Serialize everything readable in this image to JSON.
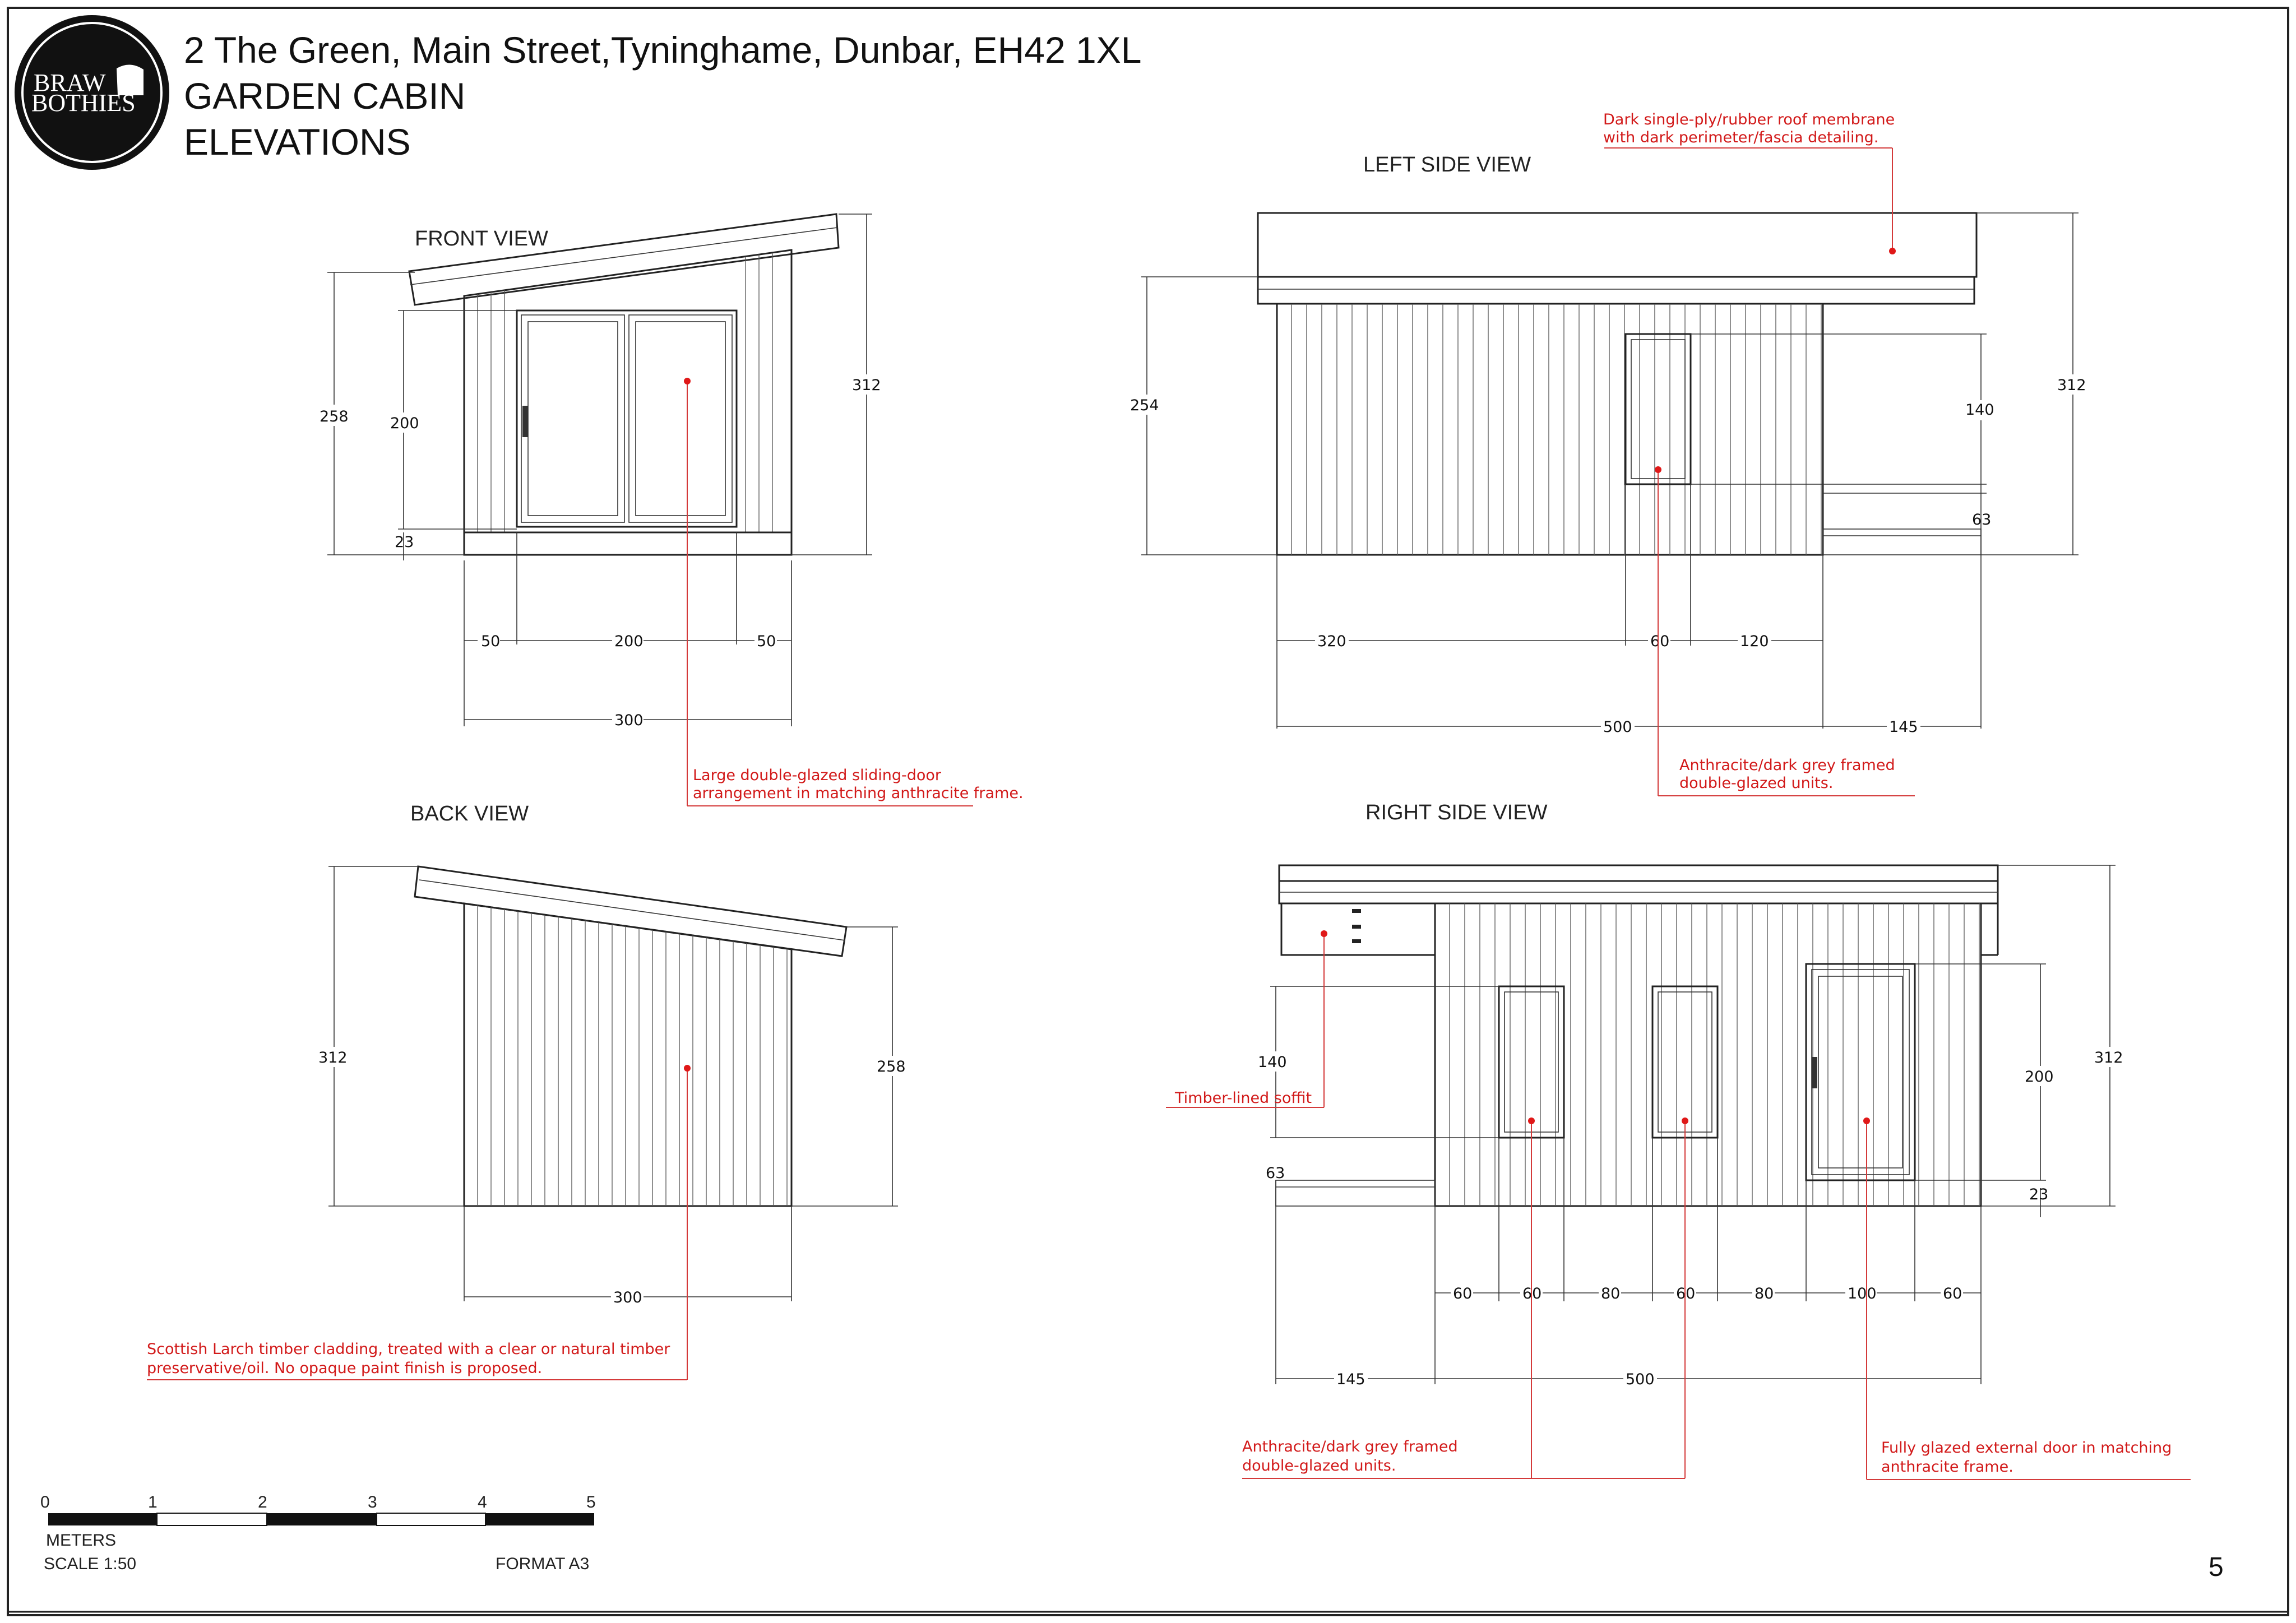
{
  "logo": {
    "line1": "BRAW",
    "line2": "BOTHIES"
  },
  "header": {
    "address": "2 The Green, Main Street,Tyninghame, Dunbar, EH42 1XL",
    "project": "GARDEN CABIN",
    "sheet_title": "ELEVATIONS"
  },
  "views": {
    "front": "FRONT VIEW",
    "left": "LEFT SIDE VIEW",
    "back": "BACK VIEW",
    "right": "RIGHT SIDE VIEW"
  },
  "dims": {
    "front": {
      "overall_h": "258",
      "door_h": "200",
      "base_h": "23",
      "roof_h": "312",
      "side_l": "50",
      "door_w": "200",
      "side_r": "50",
      "width": "300"
    },
    "left": {
      "wall_h": "254",
      "window_h": "140",
      "deck_h": "63",
      "roof_h": "312",
      "seg1": "320",
      "win_w": "60",
      "seg2": "120",
      "length": "500",
      "deck_w": "145"
    },
    "back": {
      "tall_h": "312",
      "short_h": "258",
      "width": "300"
    },
    "right": {
      "sill_h": "140",
      "deck_h": "63",
      "door_h": "200",
      "base_h": "23",
      "roof_h": "312",
      "s1": "60",
      "w1": "60",
      "s2": "80",
      "w2": "60",
      "s3": "80",
      "door_w": "100",
      "s4": "60",
      "deck_w": "145",
      "length": "500"
    }
  },
  "notes": {
    "roof": [
      "Dark single-ply/rubber roof membrane",
      "with dark perimeter/fascia detailing."
    ],
    "sliding_door": [
      "Large double-glazed sliding-door",
      "arrangement in matching anthracite frame."
    ],
    "left_windows": [
      "Anthracite/dark grey framed",
      "double-glazed units."
    ],
    "cladding": [
      "Scottish Larch timber cladding, treated with a clear or natural timber",
      "preservative/oil. No opaque paint finish is proposed."
    ],
    "soffit": [
      "Timber-lined soffit"
    ],
    "right_windows": [
      "Anthracite/dark grey framed",
      "double-glazed units."
    ],
    "ext_door": [
      "Fully glazed external door in matching",
      "anthracite frame."
    ]
  },
  "scale_bar": {
    "ticks": [
      "0",
      "1",
      "2",
      "3",
      "4",
      "5"
    ],
    "units": "METERS",
    "scale": "SCALE 1:50",
    "format": "FORMAT A3"
  },
  "page_number": "5",
  "colors": {
    "annotation": "#d21a1a",
    "linework": "#222222"
  }
}
